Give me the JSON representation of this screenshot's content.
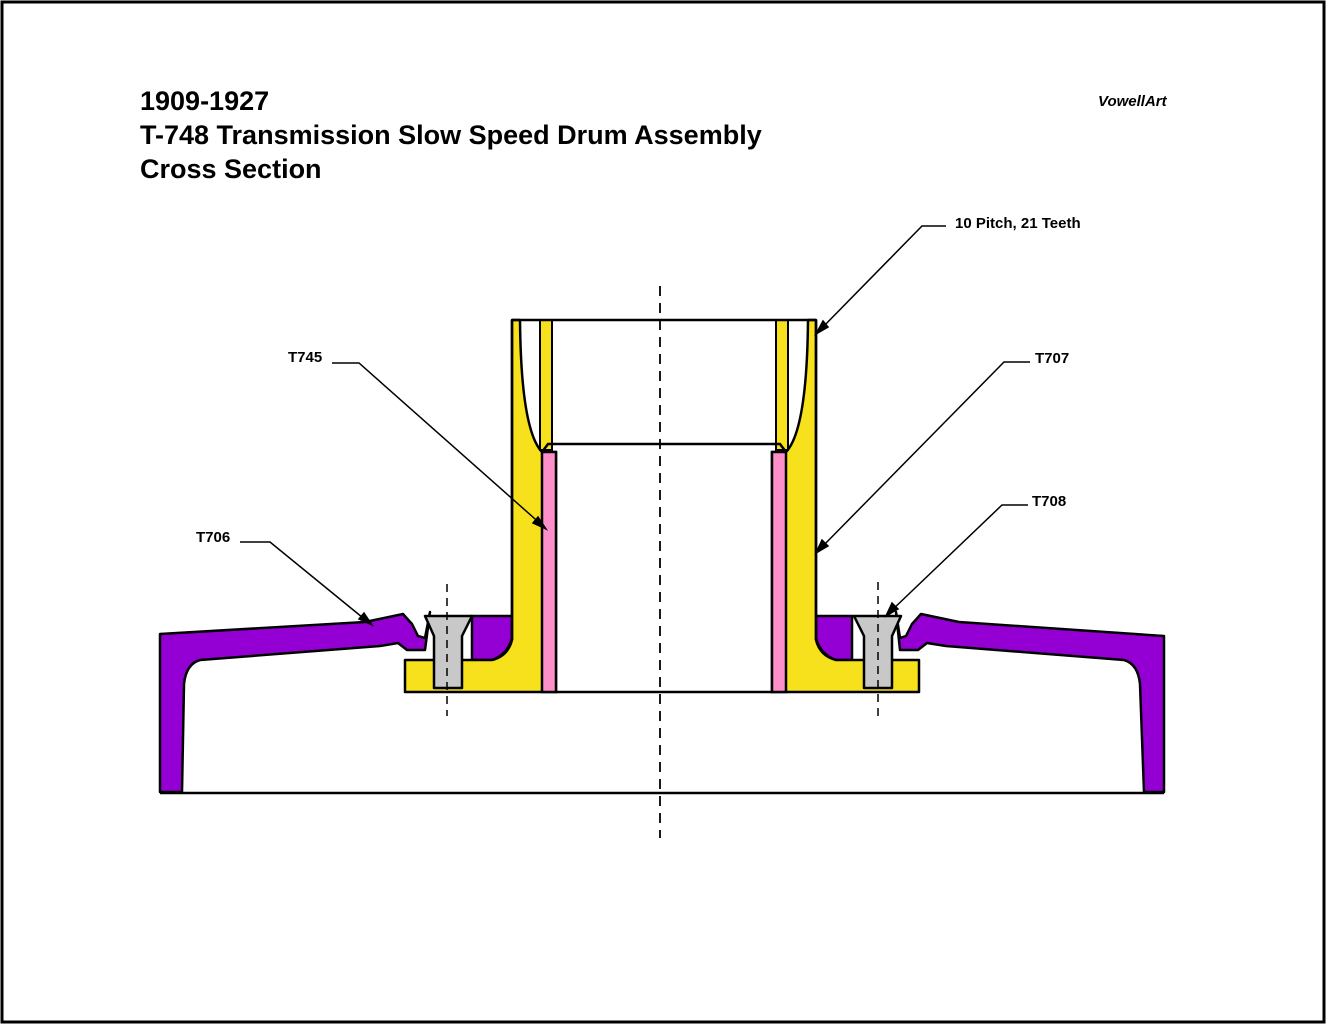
{
  "title": {
    "line1": "1909-1927",
    "line2": "T-748 Transmission Slow Speed Drum Assembly",
    "line3": "Cross Section"
  },
  "brand": "VowellArt",
  "callouts": {
    "gear": "10 Pitch, 21 Teeth",
    "t745": "T745",
    "t707": "T707",
    "t706": "T706",
    "t708": "T708"
  },
  "colors": {
    "drum": "#9400D3",
    "hub": "#F7E11C",
    "bushing": "#FF8FC8",
    "rivet": "#C8C8C8",
    "outline": "#000000",
    "frame": "#000000"
  }
}
